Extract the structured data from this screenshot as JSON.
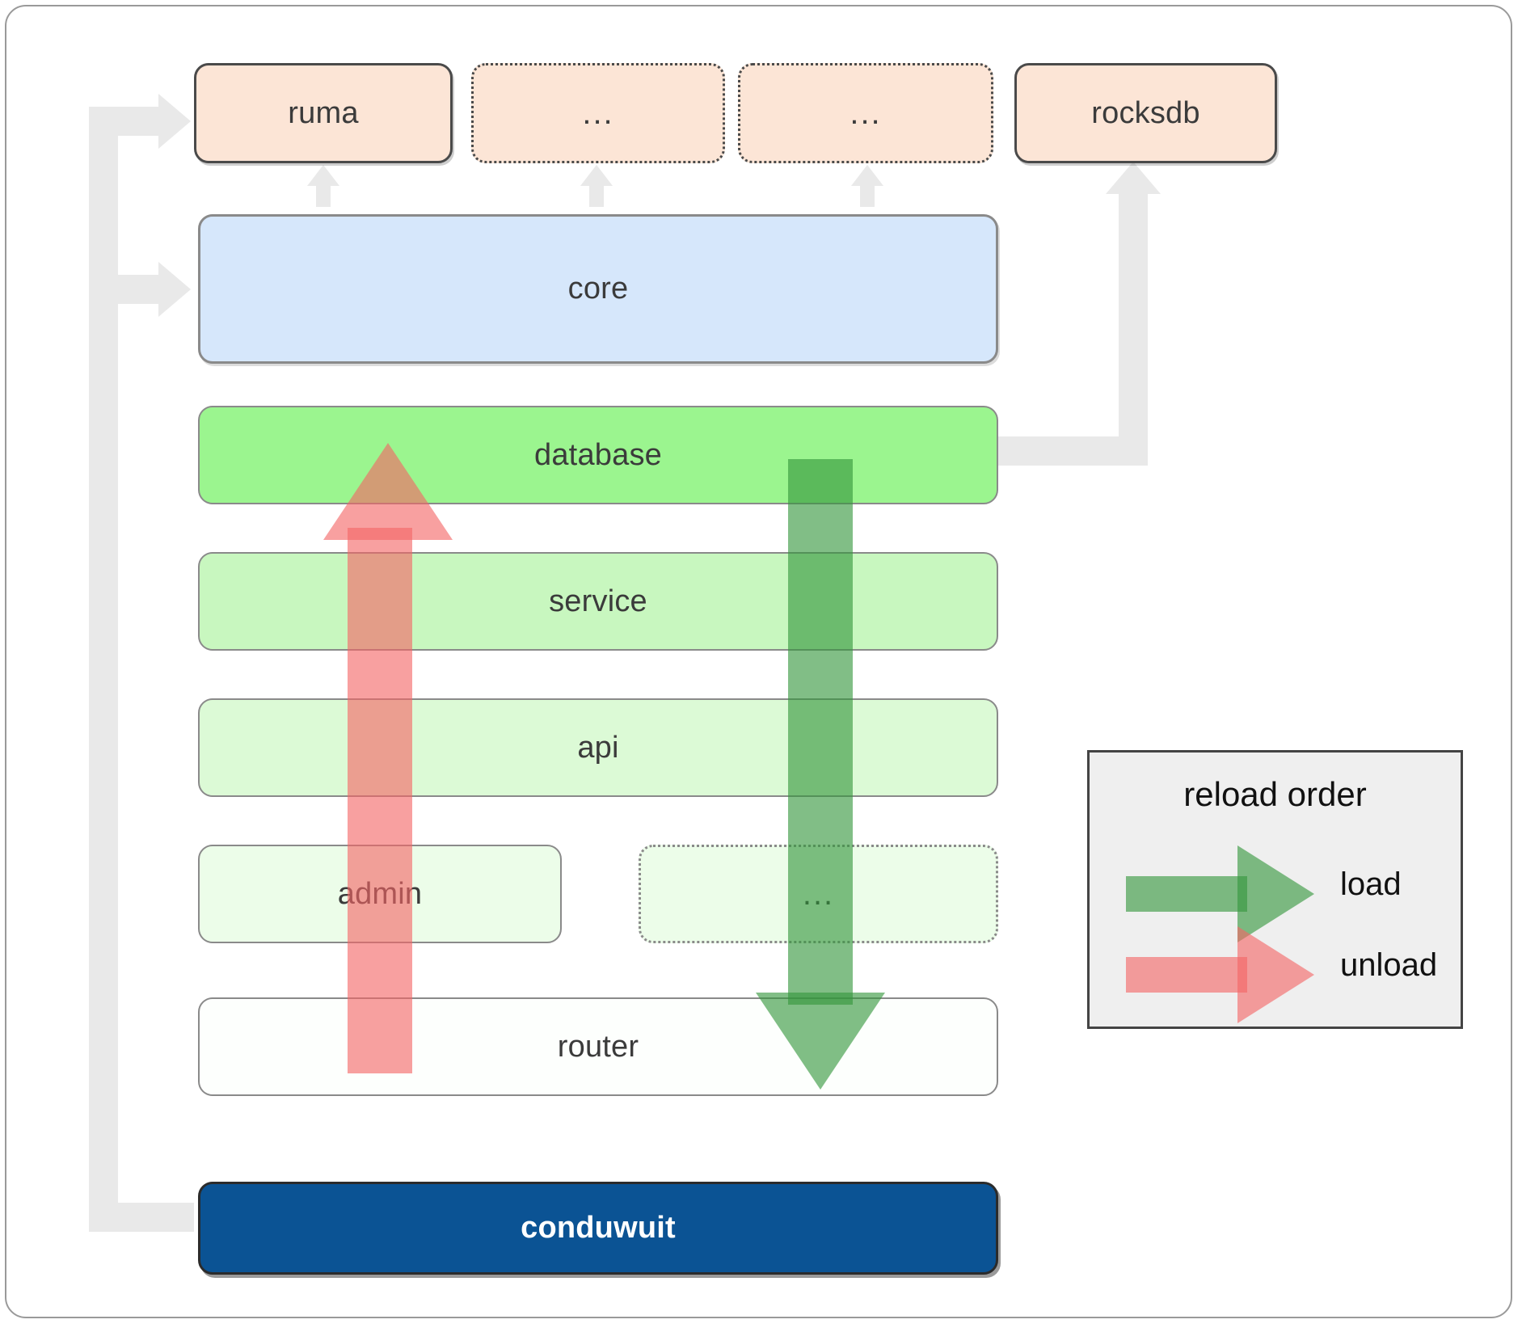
{
  "diagram": {
    "title": "conduwuit crate dependency and reload order diagram",
    "colors": {
      "dependency_fill": "#fce5d6",
      "core_fill": "#d6e7fb",
      "database_fill": "#9bf58f",
      "service_fill": "#c8f7bf",
      "api_fill": "#dcfad6",
      "admin_fill": "#ecfde9",
      "router_fill": "#fdfffd",
      "root_fill": "#0b5394",
      "connector": "#e9e9e9",
      "load_arrow": "#34963c",
      "unload_arrow": "#f46666",
      "legend_fill": "#efefef",
      "border": "#8a8a8a"
    },
    "dependencies": [
      {
        "label": "ruma",
        "style": "solid"
      },
      {
        "label": "...",
        "style": "dotted"
      },
      {
        "label": "...",
        "style": "dotted"
      },
      {
        "label": "rocksdb",
        "style": "solid"
      }
    ],
    "core": {
      "label": "core"
    },
    "layers": [
      {
        "label": "database",
        "fill": "#9bf58f",
        "style": "solid"
      },
      {
        "label": "service",
        "fill": "#c8f7bf",
        "style": "solid"
      },
      {
        "label": "api",
        "fill": "#dcfad6",
        "style": "solid"
      },
      {
        "label": "admin",
        "fill": "#ecfde9",
        "style": "solid"
      },
      {
        "label": "...",
        "fill": "#ecfde9",
        "style": "dotted"
      },
      {
        "label": "router",
        "fill": "#fdfffd",
        "style": "solid"
      }
    ],
    "root": {
      "label": "conduwuit"
    },
    "legend": {
      "title": "reload order",
      "entries": [
        {
          "label": "load",
          "direction": "down",
          "color": "#34963c"
        },
        {
          "label": "unload",
          "direction": "up",
          "color": "#f46666"
        }
      ]
    }
  }
}
